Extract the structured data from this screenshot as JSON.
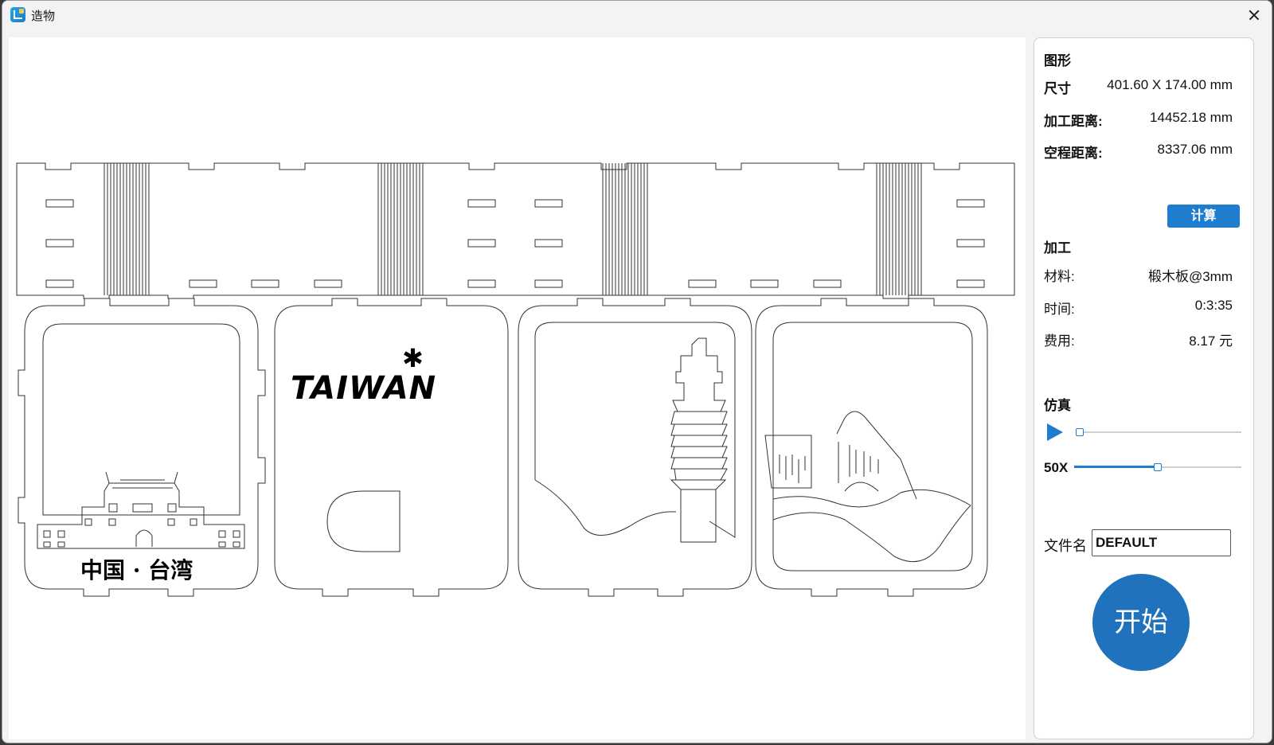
{
  "window": {
    "title": "造物"
  },
  "design": {
    "panel2_text": "TAIWAN",
    "panel1_text": "中国 · 台湾"
  },
  "panel": {
    "shape_section": "图形",
    "size_label": "尺寸",
    "size_value": "401.60 X 174.00 mm",
    "cut_distance_label": "加工距离:",
    "cut_distance_value": "14452.18 mm",
    "travel_distance_label": "空程距离:",
    "travel_distance_value": "8337.06 mm",
    "calc_button": "计算",
    "process_section": "加工",
    "material_label": "材料:",
    "material_value": "椴木板@3mm",
    "time_label": "时间:",
    "time_value": "0:3:35",
    "cost_label": "费用:",
    "cost_value": "8.17 元",
    "sim_section": "仿真",
    "speed_label": "50X",
    "sim_progress": 0.0,
    "speed_fraction": 0.5,
    "filename_label": "文件名",
    "filename_value": "DEFAULT",
    "start_button": "开始"
  },
  "colors": {
    "accent": "#1e7dcf",
    "start_button": "#1f72bb"
  },
  "icons": {
    "app": "app-logo-icon",
    "close": "close-icon",
    "play": "play-icon"
  }
}
